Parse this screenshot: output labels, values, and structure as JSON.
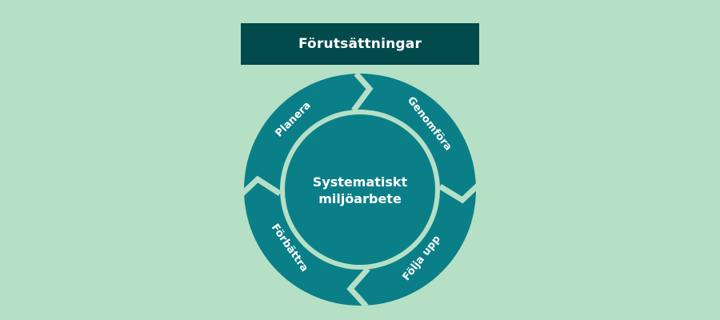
{
  "header": {
    "title": "Förutsättningar"
  },
  "cycle": {
    "center_lines": [
      "Systematiskt",
      "miljöarbete"
    ],
    "segments": [
      {
        "id": "planera",
        "label": "Planera"
      },
      {
        "id": "genomfora",
        "label": "Genomföra"
      },
      {
        "id": "folja-upp",
        "label": "Följa upp"
      },
      {
        "id": "forbattra",
        "label": "Förbättra"
      }
    ]
  },
  "colors": {
    "background": "#b5e0c6",
    "banner": "#034a4c",
    "ring": "#0b7f88",
    "center": "#0b7f88",
    "separator": "#b5e0c6",
    "text": "#ffffff"
  }
}
